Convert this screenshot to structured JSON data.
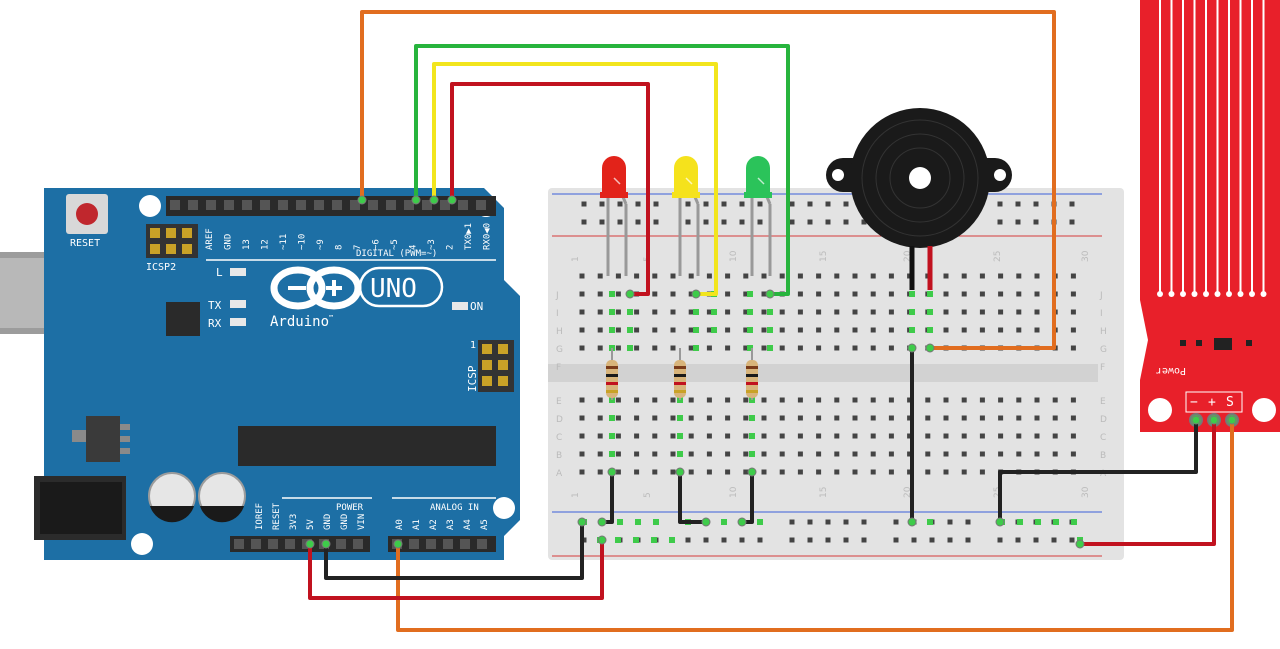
{
  "arduino": {
    "reset_label": "RESET",
    "icsp2_label": "ICSP2",
    "aref_label": "AREF",
    "gnd_label": "GND",
    "digital_pins": [
      "13",
      "12",
      "~11",
      "~10",
      "~9",
      "8",
      "7",
      "~6",
      "~5",
      "4",
      "~3",
      "2",
      "TX0▶1",
      "RX0◀0"
    ],
    "digital_label": "DIGITAL (PWM=~)",
    "l_label": "L",
    "tx_label": "TX",
    "rx_label": "RX",
    "on_label": "ON",
    "brand": "Arduino",
    "trademark": "™",
    "model": "UNO",
    "icsp_label": "ICSP",
    "icsp_pin1": "1",
    "power_label": "POWER",
    "power_pins": [
      "IOREF",
      "RESET",
      "3V3",
      "5V",
      "GND",
      "GND",
      "VIN"
    ],
    "analog_label": "ANALOG IN",
    "analog_pins": [
      "A0",
      "A1",
      "A2",
      "A3",
      "A4",
      "A5"
    ],
    "board_color": "#1d6fa5"
  },
  "breadboard": {
    "column_numbers_top": [
      "1",
      "5",
      "10",
      "15",
      "20",
      "25",
      "30"
    ],
    "column_numbers_bottom": [
      "1",
      "5",
      "10",
      "15",
      "20",
      "25",
      "30"
    ],
    "rows_top": [
      "J",
      "I",
      "H",
      "G",
      "F"
    ],
    "rows_bottom": [
      "E",
      "D",
      "C",
      "B",
      "A"
    ]
  },
  "sensor": {
    "power_label": "Power",
    "pins": [
      "−",
      "+",
      "S"
    ],
    "color": "#e8202a"
  },
  "leds": [
    {
      "color": "red",
      "hex": "#e2231a"
    },
    {
      "color": "yellow",
      "hex": "#f5e21c"
    },
    {
      "color": "green",
      "hex": "#2bc35a"
    }
  ],
  "wire_colors": {
    "orange": "#e16d1f",
    "green": "#27b43d",
    "yellow": "#f2e51d",
    "red": "#c1121f",
    "black": "#222222"
  }
}
